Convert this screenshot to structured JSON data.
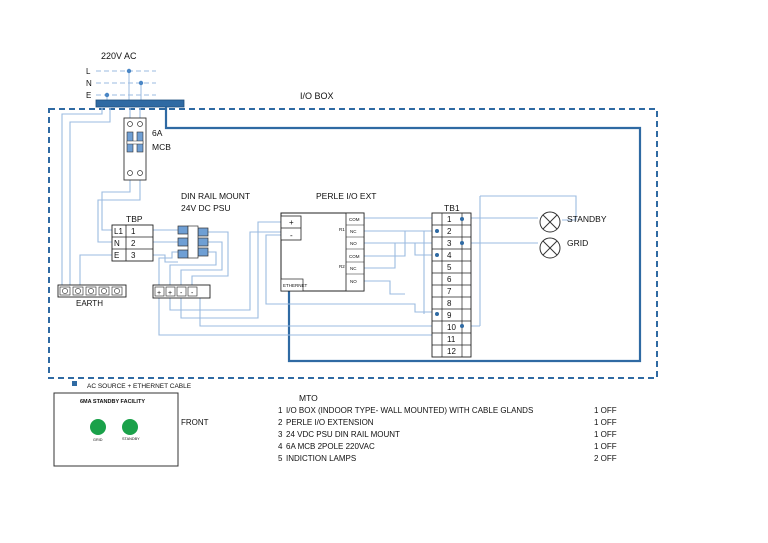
{
  "supply": {
    "title": "220V AC",
    "lines": [
      "L",
      "N",
      "E"
    ]
  },
  "io_box": {
    "title": "I/O BOX"
  },
  "mcb": {
    "rating": "6A",
    "label": "MCB"
  },
  "psu": {
    "title_line1": "DIN RAIL MOUNT",
    "title_line2": "24V DC PSU"
  },
  "tbp": {
    "title": "TBP",
    "rows": [
      {
        "name": "L1",
        "num": "1"
      },
      {
        "name": "N",
        "num": "2"
      },
      {
        "name": "E",
        "num": "3"
      }
    ]
  },
  "earth": {
    "label": "EARTH"
  },
  "psu_terminals": [
    "+",
    "+",
    "-",
    "-"
  ],
  "perle": {
    "title": "PERLE I/O EXT",
    "plus": "+",
    "minus": "-",
    "r1": "R1",
    "r2": "R2",
    "relay_labels": [
      "COM",
      "NC",
      "NO",
      "COM",
      "NC",
      "NO"
    ],
    "ethernet": "ETHERNET"
  },
  "tb1": {
    "title": "TB1",
    "terminals": [
      "1",
      "2",
      "3",
      "4",
      "5",
      "6",
      "7",
      "8",
      "9",
      "10",
      "11",
      "12"
    ]
  },
  "lamps": [
    {
      "label": "STANDBY"
    },
    {
      "label": "GRID"
    }
  ],
  "cable_label": "AC SOURCE + ETHERNET CABLE",
  "front_panel": {
    "title": "6MA STANDBY FACILITY",
    "indicators": [
      {
        "label": "GRID",
        "color": "#1aa14a"
      },
      {
        "label": "STANDBY",
        "color": "#1aa14a"
      }
    ],
    "side_label": "FRONT"
  },
  "mto": {
    "title": "MTO",
    "items": [
      {
        "no": "1",
        "desc": "I/O BOX (INDOOR TYPE- WALL MOUNTED) WITH CABLE GLANDS",
        "qty": "1 OFF"
      },
      {
        "no": "2",
        "desc": "PERLE I/O EXTENSION",
        "qty": "1 OFF"
      },
      {
        "no": "3",
        "desc": "24 VDC PSU DIN RAIL MOUNT",
        "qty": "1 OFF"
      },
      {
        "no": "4",
        "desc": "6A MCB 2POLE 220VAC",
        "qty": "1 OFF"
      },
      {
        "no": "5",
        "desc": "INDICTION LAMPS",
        "qty": "2 OFF"
      }
    ]
  },
  "colors": {
    "box_border": "#2f6aa3",
    "bus_bar": "#2f6aa3",
    "wire_light": "#9bbbe0",
    "wire_heavy": "#2f6aa3",
    "lamp_green": "#1aa14a"
  }
}
